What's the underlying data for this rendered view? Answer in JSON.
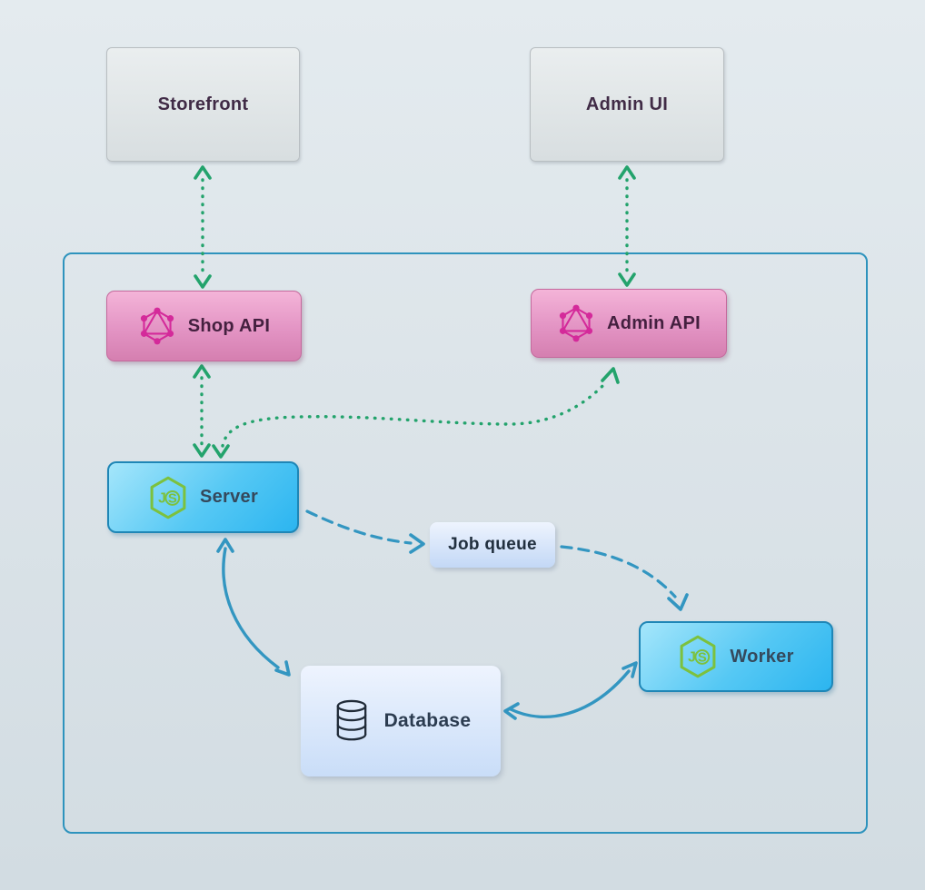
{
  "diagram": {
    "nodes": {
      "storefront": {
        "label": "Storefront",
        "type": "plain"
      },
      "admin_ui": {
        "label": "Admin UI",
        "type": "plain"
      },
      "shop_api": {
        "label": "Shop API",
        "type": "graphql",
        "icon": "graphql-icon"
      },
      "admin_api": {
        "label": "Admin API",
        "type": "graphql",
        "icon": "graphql-icon"
      },
      "server": {
        "label": "Server",
        "type": "nodejs",
        "icon": "nodejs-icon"
      },
      "job_queue": {
        "label": "Job queue",
        "type": "queue"
      },
      "worker": {
        "label": "Worker",
        "type": "nodejs",
        "icon": "nodejs-icon"
      },
      "database": {
        "label": "Database",
        "type": "database",
        "icon": "database-icon"
      }
    },
    "edges": [
      {
        "from": "storefront",
        "to": "shop_api",
        "style": "dotted",
        "color": "green",
        "bidirectional": true
      },
      {
        "from": "admin_ui",
        "to": "admin_api",
        "style": "dotted",
        "color": "green",
        "bidirectional": true
      },
      {
        "from": "shop_api",
        "to": "server",
        "style": "dotted",
        "color": "green",
        "bidirectional": true
      },
      {
        "from": "server",
        "to": "admin_api",
        "style": "dotted",
        "color": "green",
        "bidirectional": true
      },
      {
        "from": "server",
        "to": "job_queue",
        "style": "dashed",
        "color": "blue",
        "bidirectional": false
      },
      {
        "from": "job_queue",
        "to": "worker",
        "style": "dashed",
        "color": "blue",
        "bidirectional": false
      },
      {
        "from": "server",
        "to": "database",
        "style": "solid",
        "color": "blue",
        "bidirectional": true
      },
      {
        "from": "worker",
        "to": "database",
        "style": "solid",
        "color": "blue",
        "bidirectional": true
      }
    ],
    "colors": {
      "arrow_green": "#23a36c",
      "arrow_blue": "#3396c1",
      "container_border": "#2e93bd",
      "graphql_pink": "#d42a9a",
      "nodejs_green": "#7cc13e",
      "database_icon_ink": "#202b38",
      "plain_text": "#402b46",
      "pink_text": "#44203f",
      "blue_text": "#35495c",
      "dark_text": "#22303f"
    }
  }
}
